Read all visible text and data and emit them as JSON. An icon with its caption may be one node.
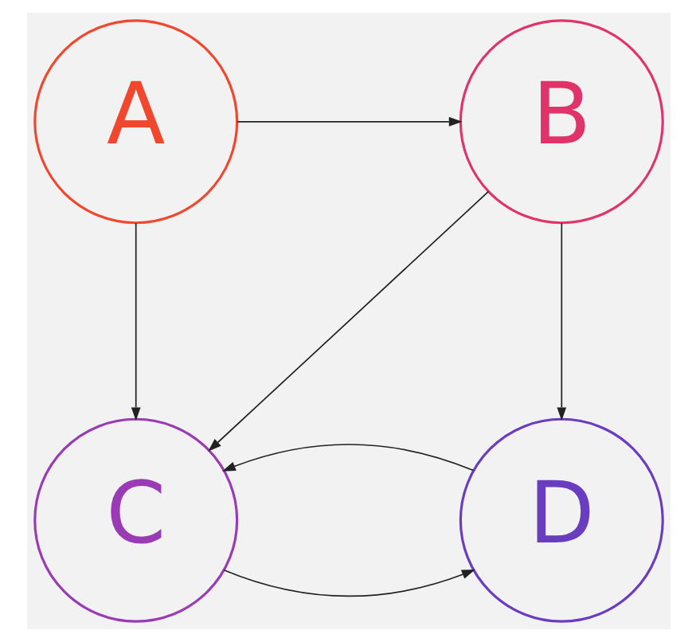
{
  "diagram": {
    "nodes": [
      {
        "text": [
          "A"
        ]
      },
      {
        "text": [
          "B"
        ]
      },
      {
        "text": [
          "C"
        ]
      },
      {
        "text": [
          "D"
        ]
      }
    ],
    "edges": [
      {
        "from": 0,
        "to": 1,
        "arrow": "to"
      },
      {
        "from": 0,
        "to": 2,
        "arrow": "to"
      },
      {
        "from": 1,
        "to": 2,
        "arrow": "to"
      },
      {
        "from": 1,
        "to": 3,
        "arrow": "to"
      },
      {
        "from": 2,
        "to": 3,
        "arrow": "to"
      },
      {
        "from": 3,
        "to": 2,
        "arrow": "to"
      }
    ]
  }
}
